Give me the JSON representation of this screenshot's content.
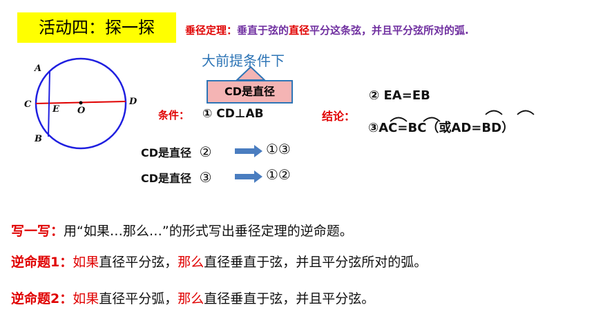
{
  "title": "活动四：探一探",
  "theorem": {
    "label": "垂径定理：",
    "part1": "垂直于弦的",
    "part2": "直径",
    "part3": "平分这条弦，并且平分弦所对的弧."
  },
  "diagram": {
    "labels": {
      "A": "A",
      "B": "B",
      "C": "C",
      "D": "D",
      "E": "E",
      "O": "O"
    }
  },
  "premise_text": "大前提条件下",
  "callout_text": "CD是直径",
  "condition": {
    "label": "条件：",
    "item1": "① CD⊥AB"
  },
  "conclusion": {
    "label": "结论：",
    "item2": "② EA=EB",
    "item3_prefix": "③",
    "arc1": "AC",
    "eq": "=",
    "arc2": "BC",
    "paren_open": "（或",
    "arc3": "AD",
    "arc4": "BD",
    "paren_close": "）"
  },
  "implications": [
    {
      "premise": "CD是直径",
      "given": "②",
      "result": "①③"
    },
    {
      "premise": "CD是直径",
      "given": "③",
      "result": "①②"
    }
  ],
  "write_task": {
    "label": "写一写：",
    "text": "用“如果…那么…”的形式写出垂径定理的逆命题。"
  },
  "converse1": {
    "label": "逆命题1：",
    "if_word": "如果",
    "if_clause": "直径平分弦，",
    "then_word": "那么",
    "then_clause": "直径垂直于弦，并且平分弦所对的弧。"
  },
  "converse2": {
    "label": "逆命题2：",
    "if_word": "如果",
    "if_clause": "直径平分弧，",
    "then_word": "那么",
    "then_clause": "直径垂直于弦，并且平分弦。"
  },
  "colors": {
    "red": "#e00000",
    "purple": "#7030a0",
    "blue": "#2e75b6",
    "yellow": "#ffff00",
    "callout_fill": "#f4b4b4"
  }
}
